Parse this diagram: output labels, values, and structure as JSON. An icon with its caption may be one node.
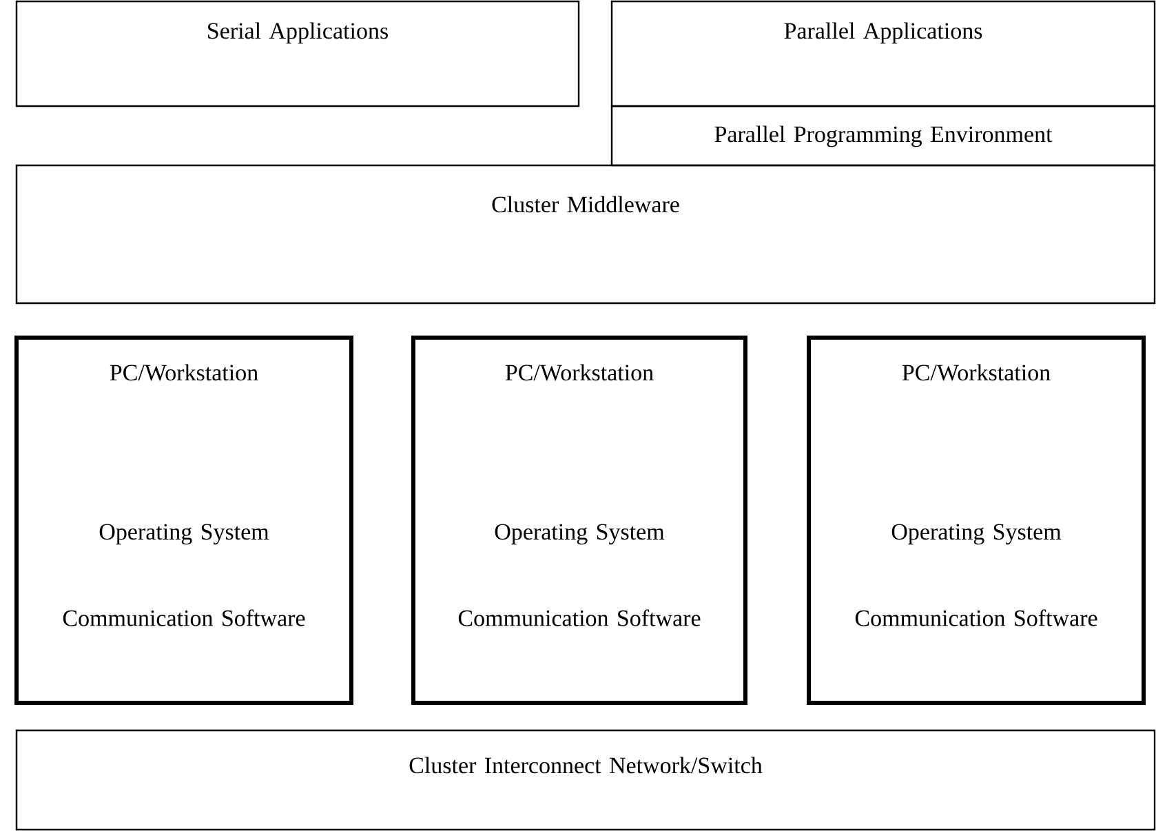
{
  "diagram": {
    "nodes": [
      {
        "text": [
          "Serial Applications"
        ]
      },
      {
        "text": [
          "Parallel Applications"
        ]
      },
      {
        "text": [
          "Parallel Programming Environment"
        ]
      },
      {
        "text": [
          "Cluster Middleware"
        ]
      },
      {
        "text": [
          "PC/Workstation",
          "Operating System",
          "Communication Software"
        ]
      },
      {
        "text": [
          "PC/Workstation",
          "Operating System",
          "Communication Software"
        ]
      },
      {
        "text": [
          "PC/Workstation",
          "Operating System",
          "Communication Software"
        ]
      },
      {
        "text": [
          "Cluster Interconnect Network/Switch"
        ]
      }
    ]
  }
}
